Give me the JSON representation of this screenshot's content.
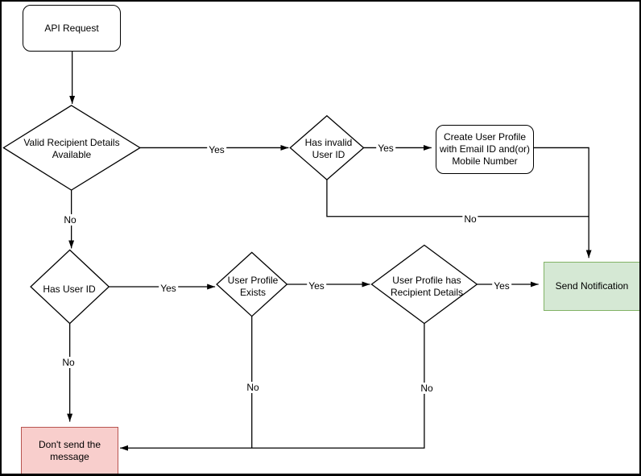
{
  "colors": {
    "canvas_bg": "#ffffff",
    "line": "#000000",
    "node_fill": "#ffffff",
    "success_fill": "#d5e8d4",
    "success_border": "#82b366",
    "danger_fill": "#f8cecc",
    "danger_border": "#b85450"
  },
  "nodes": {
    "api_request": {
      "label": "API Request",
      "type": "rounded-rect"
    },
    "valid_recipient": {
      "label": "Valid Recipient Details\nAvailable",
      "type": "decision"
    },
    "has_invalid_user_id": {
      "label": "Has invalid\nUser ID",
      "type": "decision"
    },
    "create_user_profile": {
      "label": "Create User Profile\nwith Email ID and(or)\nMobile Number",
      "type": "rounded-rect"
    },
    "send_notification": {
      "label": "Send Notification",
      "type": "process-success"
    },
    "has_user_id": {
      "label": "Has User ID",
      "type": "decision"
    },
    "user_profile_exists": {
      "label": "User Profile\nExists",
      "type": "decision"
    },
    "user_profile_has_recipient": {
      "label": "User Profile has\nRecipient Details",
      "type": "decision"
    },
    "dont_send": {
      "label": "Don't send the\nmessage",
      "type": "process-danger"
    }
  },
  "edge_labels": {
    "valid_yes": "Yes",
    "valid_no": "No",
    "invalid_yes": "Yes",
    "invalid_no": "No",
    "hasuser_yes": "Yes",
    "hasuser_no": "No",
    "upe_yes": "Yes",
    "upe_no": "No",
    "uphrd_yes": "Yes",
    "uphrd_no": "No"
  }
}
